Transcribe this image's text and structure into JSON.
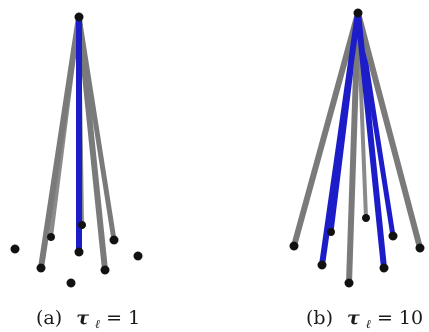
{
  "colors": {
    "gray_rod": "#7a7a7a",
    "blue_rod": "#1c1cc8",
    "node": "#111111",
    "background": "#ffffff"
  },
  "panels": [
    {
      "id": "a",
      "caption": {
        "label": "(a)",
        "symbol": "τ",
        "subscript": "ℓ",
        "equals": " = ",
        "value": "1"
      }
    },
    {
      "id": "b",
      "caption": {
        "label": "(b)",
        "symbol": "τ",
        "subscript": "ℓ",
        "equals": " = ",
        "value": "10"
      }
    }
  ]
}
